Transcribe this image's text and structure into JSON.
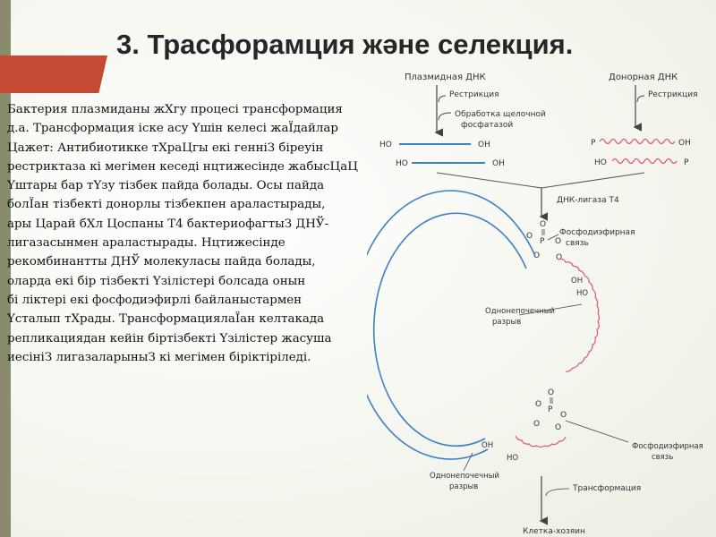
{
  "slide": {
    "title": "3. Трасфорамция және селекция.",
    "body": "Бактерия плазмиданы жХгу процесі трансформация\nд.а. Трансформация іске асу Үшін келесі жаЇдайлар\nЦажет: Антибиотикке тХраЦгы екі генніЗ біреуін\nрестриктаза кі мегімен кеседі нцтижесінде жабысЦаЦ\nҮштары бар тҮзу тізбек пайда болады. Осы пайда\nболЇан тізбекті донорлы тізбекпен араластырады,\nары Царай бХл Цоспаны Т4 бактериофагтыЗ ДНЎ-\nлигазасынмен араластырады. Нцтижесінде\nрекомбинантты ДНЎ молекуласы пайда болады,\nоларда екі бір тізбекті Үзілістері болсада онын\nбі ліктері екі фосфодиэфирлі байланыстармен\nҮсталып тХрады. ТрансформациялаЇан келтакада\nрепликациядан кейін біртізбекті Үзілістер жасуша\nиесініЗ лигазаларыныЗ кі мегімен біріктіріледі."
  },
  "diagram": {
    "plasmid_dna": "Плазмидная ДНК",
    "donor_dna": "Донорная ДНК",
    "restriction_left": "Рестрикция",
    "restriction_right": "Рестрикция",
    "alkaline_treatment_1": "Обработка щелочной",
    "alkaline_treatment_2": "фосфатазой",
    "ho_top_left": "HO",
    "oh_top_left": "OH",
    "ho_bottom_left": "HO",
    "oh_bottom_left": "OH",
    "p_top_right": "P",
    "oh_top_right": "OH",
    "ho_bottom_right": "HO",
    "p_bottom_right": "P",
    "ligase": "ДНК-лигаза Т4",
    "phospho_top_1": "Фосфодиэфирная",
    "phospho_top_2": "связь",
    "phospho_bottom_1": "Фосфодиэфирная",
    "phospho_bottom_2": "связь",
    "single_break_inner_1": "Однонепочечный",
    "single_break_inner_2": "разрыв",
    "single_break_outer_1": "Однонепочечный",
    "single_break_outer_2": "разрыв",
    "oh_ring_1": "OH",
    "oh_ring_2": "HO",
    "oh_ring_3": "OH",
    "oh_ring_4": "HO",
    "top_o": "O",
    "top_p": "P",
    "top_o_left": "O",
    "top_o_right": "O",
    "top_o_bl": "O",
    "top_o_br": "O",
    "bot_o": "O",
    "bot_p": "P",
    "bot_o_left": "O",
    "bot_o_right": "O",
    "bot_o_bl": "O",
    "bot_o_br": "O",
    "transformation": "Трансформация",
    "host_cell": "Клетка-хозяин"
  },
  "colors": {
    "accent_red": "#c44a33",
    "side_bar": "#8a8b6c",
    "dna_blue": "#3f7fc4",
    "dna_pink": "#e0567c"
  }
}
